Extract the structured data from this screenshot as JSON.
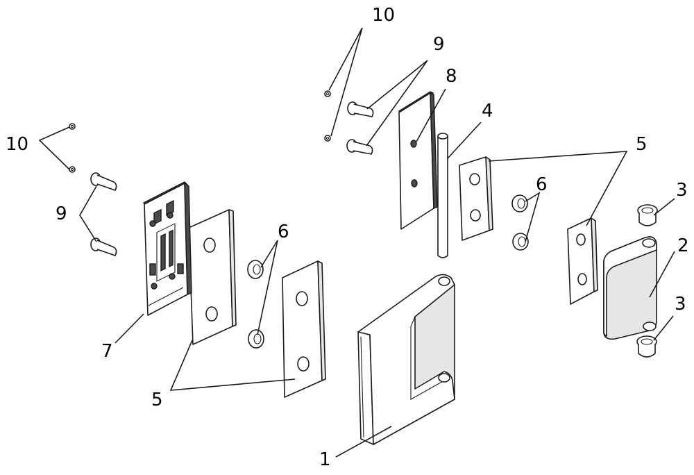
{
  "diagram": {
    "labels": {
      "part_1": "1",
      "part_2": "2",
      "part_3_top": "3",
      "part_3_bottom": "3",
      "part_4": "4",
      "part_5_right": "5",
      "part_5_left": "5",
      "part_6_center": "6",
      "part_6_left": "6",
      "part_7": "7",
      "part_8": "8",
      "part_9_top": "9",
      "part_9_left": "9",
      "part_10_top": "10",
      "part_10_left": "10"
    }
  }
}
